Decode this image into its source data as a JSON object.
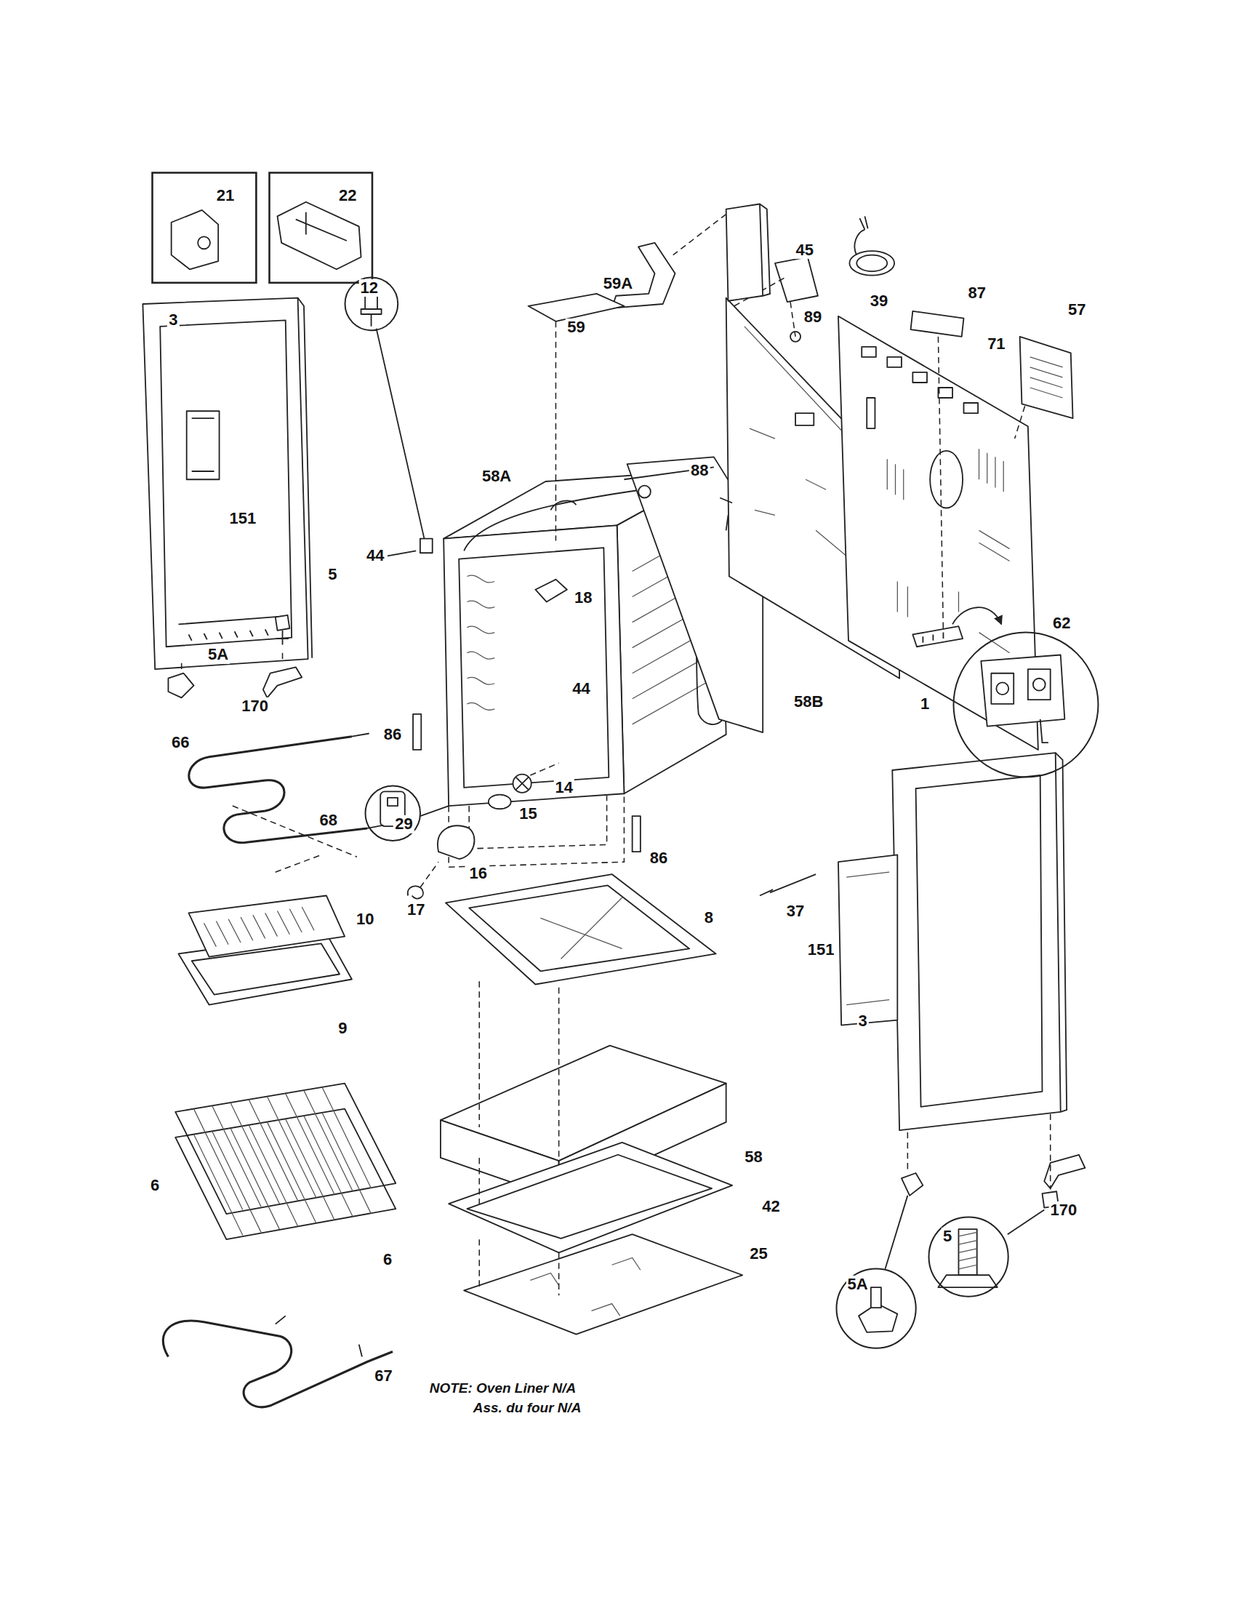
{
  "diagram": {
    "nodes": [
      {
        "text": [
          "21"
        ]
      },
      {
        "text": [
          "22"
        ]
      },
      {
        "text": [
          "12"
        ]
      },
      {
        "text": [
          "62"
        ]
      },
      {
        "text": [
          "29"
        ]
      },
      {
        "text": [
          "5"
        ]
      },
      {
        "text": [
          "5A"
        ]
      }
    ],
    "labels": [
      "45",
      "59A",
      "39",
      "87",
      "3",
      "59",
      "89",
      "57",
      "71",
      "88",
      "58A",
      "151",
      "44",
      "5",
      "18",
      "5A",
      "44",
      "58B",
      "1",
      "170",
      "86",
      "66",
      "14",
      "15",
      "68",
      "86",
      "16",
      "17",
      "37",
      "8",
      "10",
      "151",
      "3",
      "9",
      "58",
      "6",
      "42",
      "170",
      "25",
      "6",
      "67",
      "NOTE: Oven Liner N/A",
      "Ass. du four N/A"
    ]
  }
}
